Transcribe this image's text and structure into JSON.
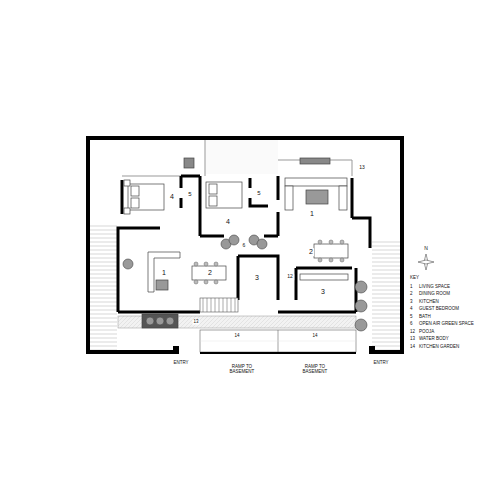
{
  "diagram": {
    "labels": [
      "4",
      "5",
      "4",
      "5",
      "1",
      "13",
      "6",
      "1",
      "2",
      "3",
      "2",
      "12",
      "3",
      "13",
      "14",
      "14",
      "ENTRY",
      "ENTRY",
      "RAMP TO BASEMENT",
      "RAMP TO BASEMENT",
      "N",
      "KEY",
      "1",
      "LIVING SPACE",
      "2",
      "DINING ROOM",
      "3",
      "KITCHEN",
      "4",
      "GUEST BEDROOM",
      "5",
      "BATH",
      "6",
      "OPEN AIR GREEN SPACE",
      "12",
      "POOJA",
      "13",
      "WATER BODY",
      "14",
      "KITCHEN GARDEN"
    ]
  }
}
